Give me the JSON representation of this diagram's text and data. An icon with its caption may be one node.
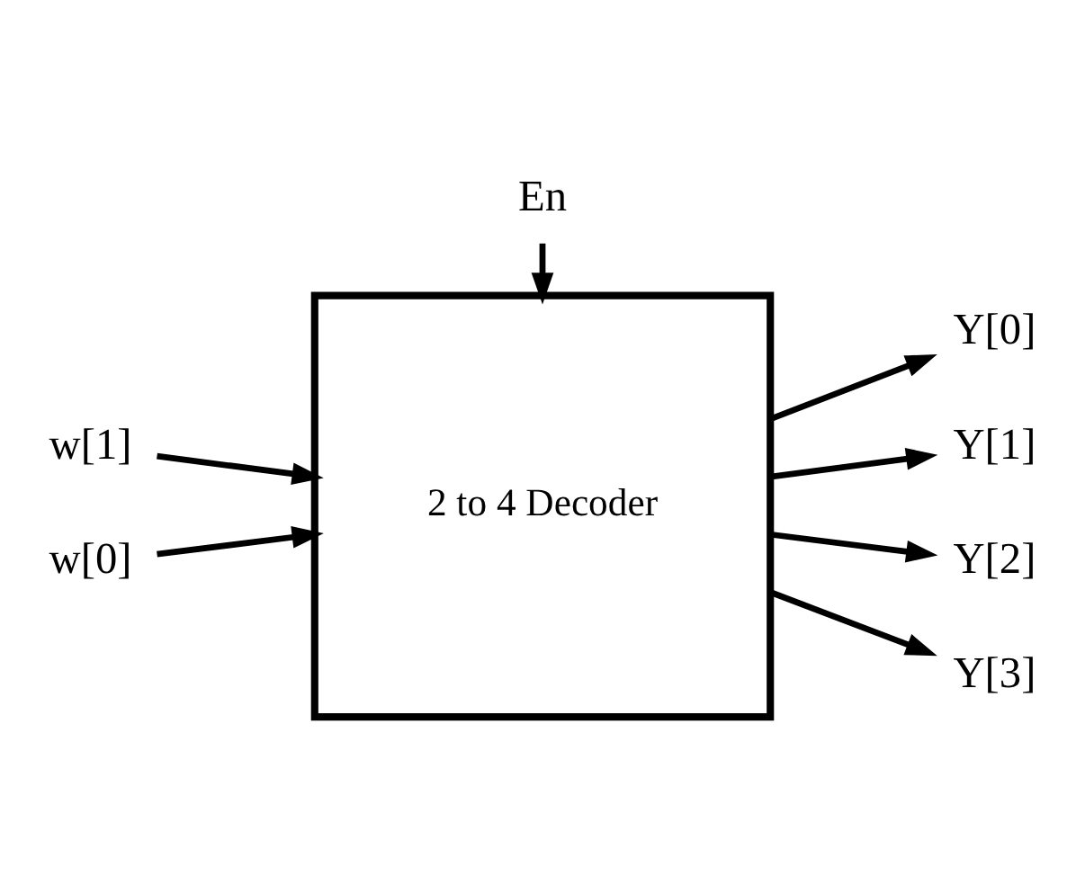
{
  "diagram": {
    "nodes": [
      {
        "text": [
          "2 to 4 Decoder"
        ]
      },
      {
        "text": [
          "w[1]"
        ]
      },
      {
        "text": [
          "w[0]"
        ]
      },
      {
        "text": [
          "Y[0]"
        ]
      },
      {
        "text": [
          "Y[1]"
        ]
      },
      {
        "text": [
          "Y[2]"
        ]
      },
      {
        "text": [
          "Y[3]"
        ]
      },
      {
        "text": [
          "En"
        ]
      }
    ],
    "edges": [
      {
        "from": 1,
        "to": 0,
        "arrow": "to"
      },
      {
        "from": 2,
        "to": 0,
        "arrow": "to"
      },
      {
        "from": 0,
        "to": 3,
        "arrow": "to"
      },
      {
        "from": 0,
        "to": 4,
        "arrow": "to"
      },
      {
        "from": 0,
        "to": 5,
        "arrow": "to"
      },
      {
        "from": 0,
        "to": 6,
        "arrow": "to"
      },
      {
        "from": 7,
        "to": 0,
        "arrow": "to"
      }
    ]
  }
}
